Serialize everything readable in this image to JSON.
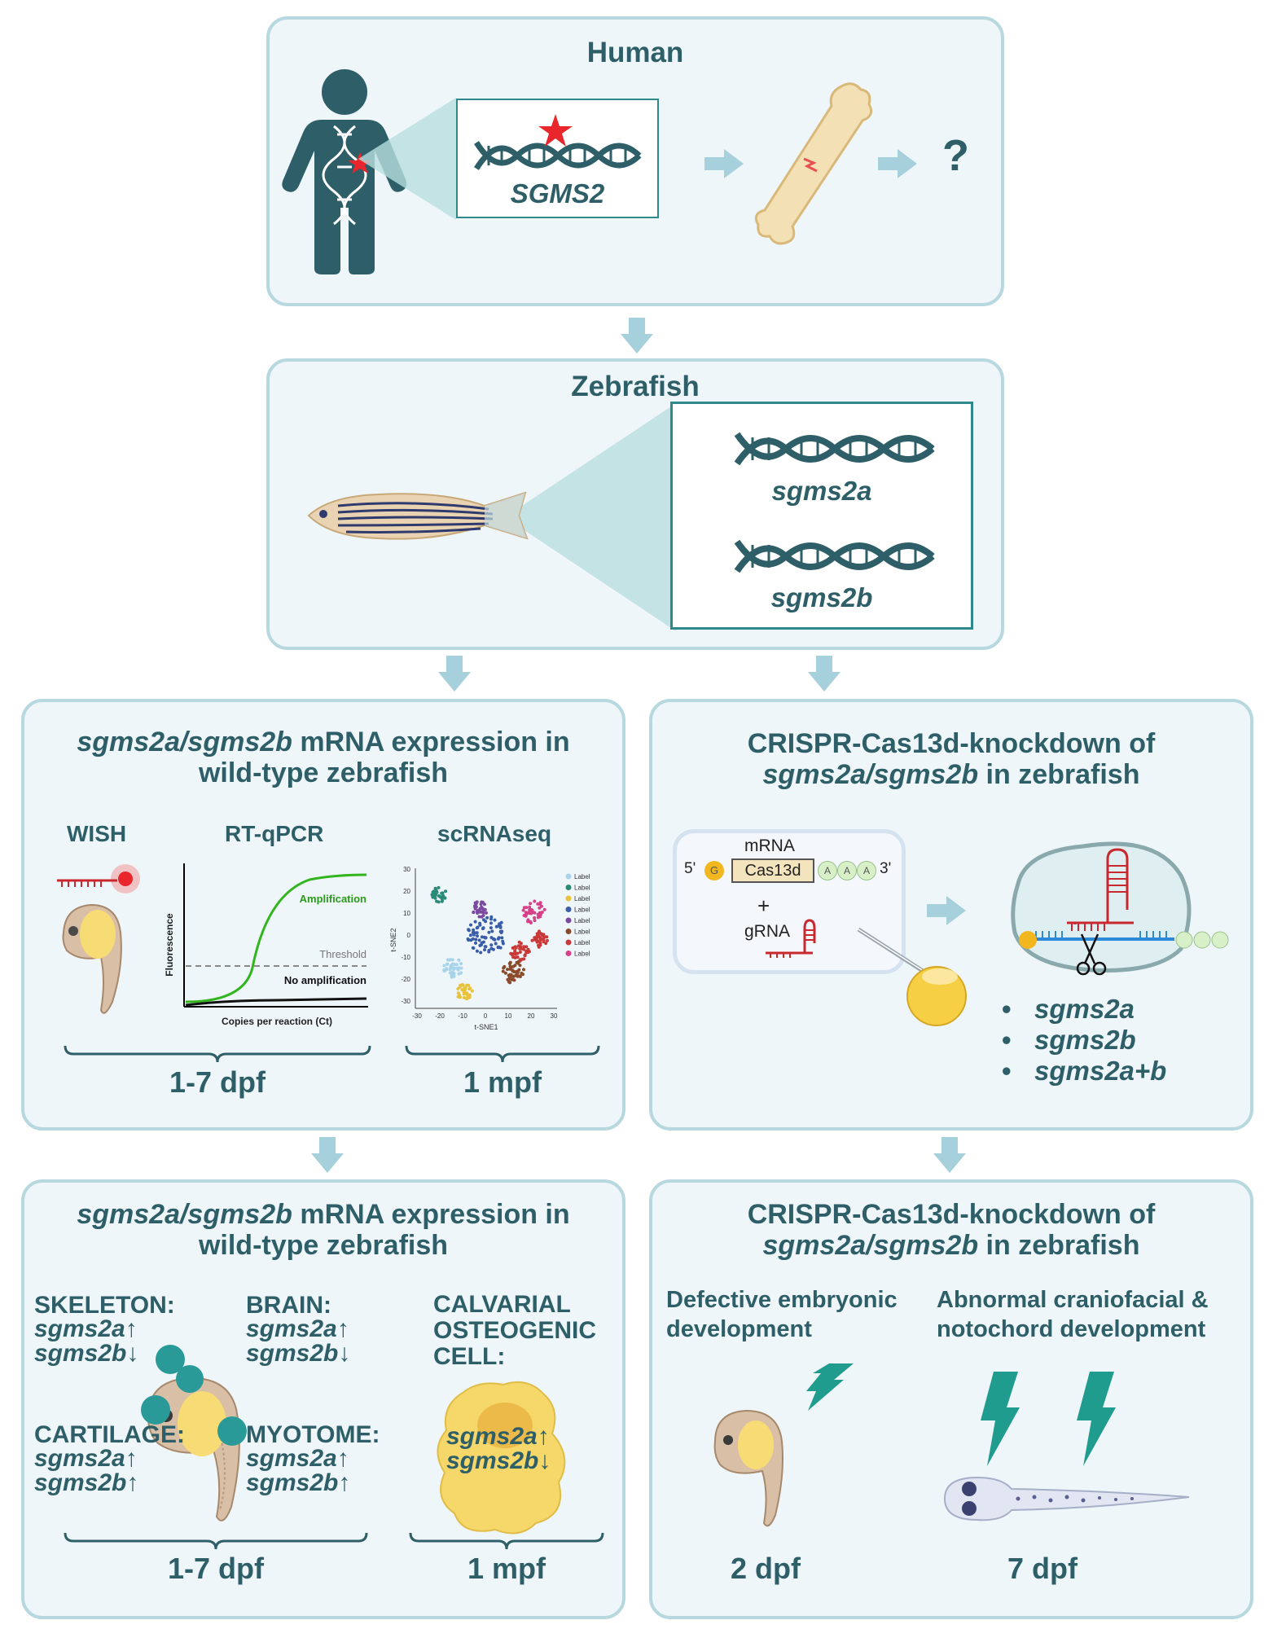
{
  "human": {
    "title": "Human",
    "gene": "SGMS2",
    "unknown": "?"
  },
  "zebrafish": {
    "title": "Zebrafish",
    "gene_a": "sgms2a",
    "gene_b": "sgms2b"
  },
  "expr": {
    "title_italic": "sgms2a/sgms2b",
    "title_rest": " mRNA expression in",
    "title_line2": "wild-type zebrafish",
    "wish": "WISH",
    "rtqpcr": "RT-qPCR",
    "scrna": "scRNAseq",
    "plot_ylabel": "Fluorescence",
    "plot_xlabel": "Copies per reaction (Ct)",
    "amplification": "Amplification",
    "threshold": "Threshold",
    "no_amplification": "No amplification",
    "tsne_xlabel": "t-SNE1",
    "tsne_ylabel": "t-SNE2",
    "tsne_yticks": [
      "30",
      "20",
      "10",
      "0",
      "-10",
      "-20",
      "-30"
    ],
    "tsne_xticks": [
      "-30",
      "-20",
      "-10",
      "0",
      "10",
      "20",
      "30"
    ],
    "legend_items": [
      "Label",
      "Label",
      "Label",
      "Label",
      "Label",
      "Label",
      "Label",
      "Label"
    ],
    "legend_colors": [
      "#a8d4ea",
      "#2a8a78",
      "#e8c23a",
      "#3a5da8",
      "#7b4aa0",
      "#8b4a2a",
      "#c83a3a",
      "#d8408a"
    ],
    "range_left": "1-7 dpf",
    "range_right": "1 mpf"
  },
  "crispr": {
    "title_line1": "CRISPR-Cas13d-knockdown of",
    "title_italic": "sgms2a/sgms2b",
    "title_rest": " in zebrafish",
    "mrna": "mRNA",
    "five": "5'",
    "g": "G",
    "cas13d": "Cas13d",
    "a": "A",
    "three": "3'",
    "plus": "+",
    "grna": "gRNA",
    "targets": [
      "sgms2a",
      "sgms2b",
      "sgms2a+b"
    ]
  },
  "expr2": {
    "title_italic": "sgms2a/sgms2b",
    "title_rest": " mRNA expression in",
    "title_line2": "wild-type zebrafish",
    "skeleton": "SKELETON:",
    "brain": "BRAIN:",
    "cartilage": "CARTILAGE:",
    "myotome": "MYOTOME:",
    "calvarial": [
      "CALVARIAL",
      "OSTEOGENIC",
      "CELL:"
    ],
    "gene_a": "sgms2a",
    "gene_b": "sgms2b",
    "up": "↑",
    "down": "↓",
    "range_left": "1-7 dpf",
    "range_right": "1 mpf"
  },
  "crispr2": {
    "title_line1": "CRISPR-Cas13d-knockdown of",
    "title_italic": "sgms2a/sgms2b",
    "title_rest": " in zebrafish",
    "left_caption": [
      "Defective embryonic",
      "development"
    ],
    "right_caption": [
      "Abnormal craniofacial &",
      "notochord development"
    ],
    "left_stage": "2 dpf",
    "right_stage": "7 dpf"
  },
  "colors": {
    "teal_dark": "#2e5f68",
    "panel_bg": "#eef6f9",
    "panel_border": "#b8d8e0",
    "arrow": "#a6d0db",
    "star_red": "#e8262b",
    "lightning": "#1f9c8e",
    "marker": "#2a9a98"
  }
}
